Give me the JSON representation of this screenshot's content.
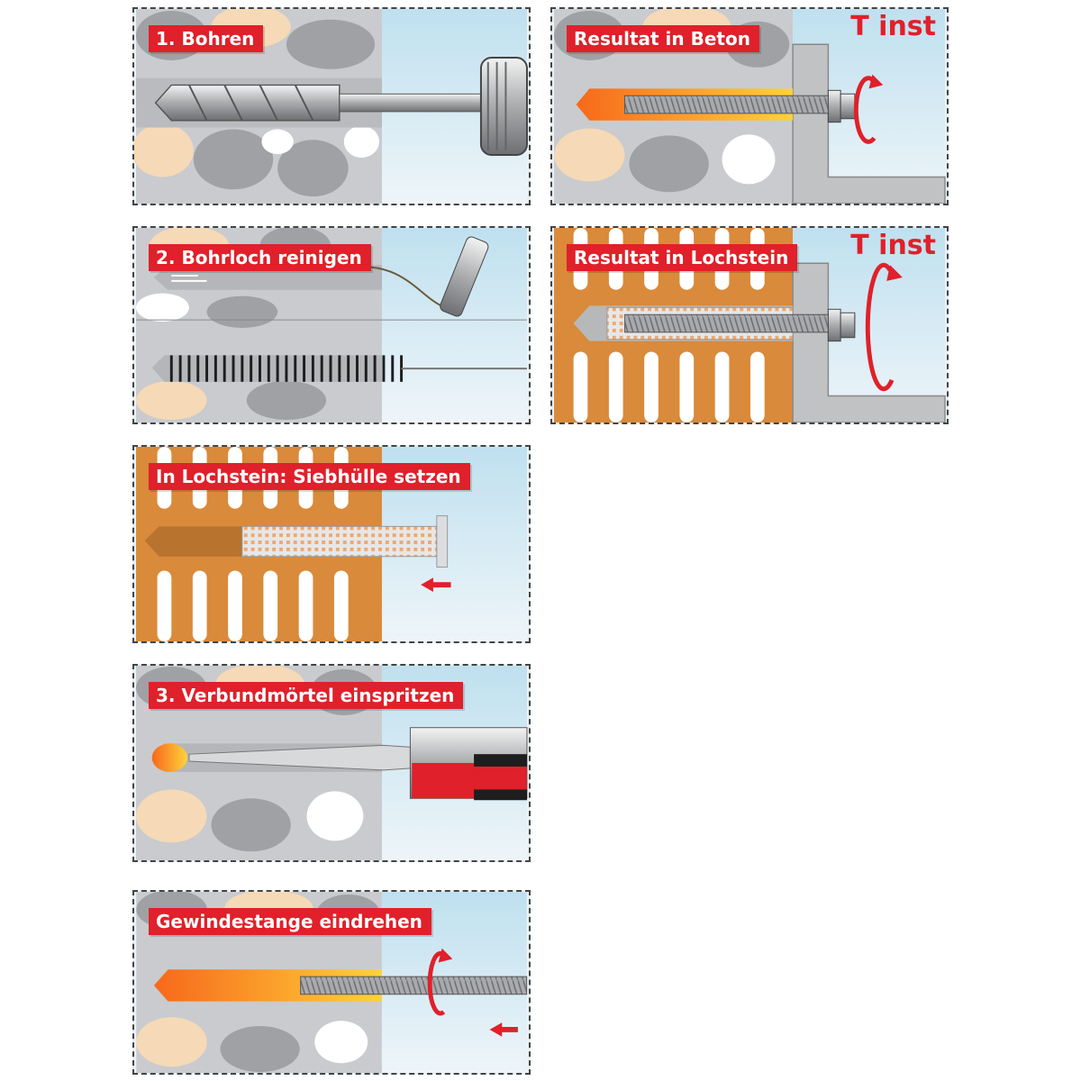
{
  "steps": {
    "bohren": "1. Bohren",
    "reinigen": "2. Bohrloch reinigen",
    "siebhuelle": "In Lochstein: Siebhülle setzen",
    "einspritzen": "3. Verbundmörtel einspritzen",
    "eindrehen": "Gewindestange eindrehen"
  },
  "results": {
    "beton": "Resultat in Beton",
    "lochstein": "Resultat in Lochstein",
    "tinst_beton": "T inst",
    "tinst_lochstein": "T inst"
  },
  "colors": {
    "accent": "#e0202a",
    "mortar": "#f7a21b",
    "brick": "#d98a3a",
    "concrete": "#c7c9cc"
  }
}
